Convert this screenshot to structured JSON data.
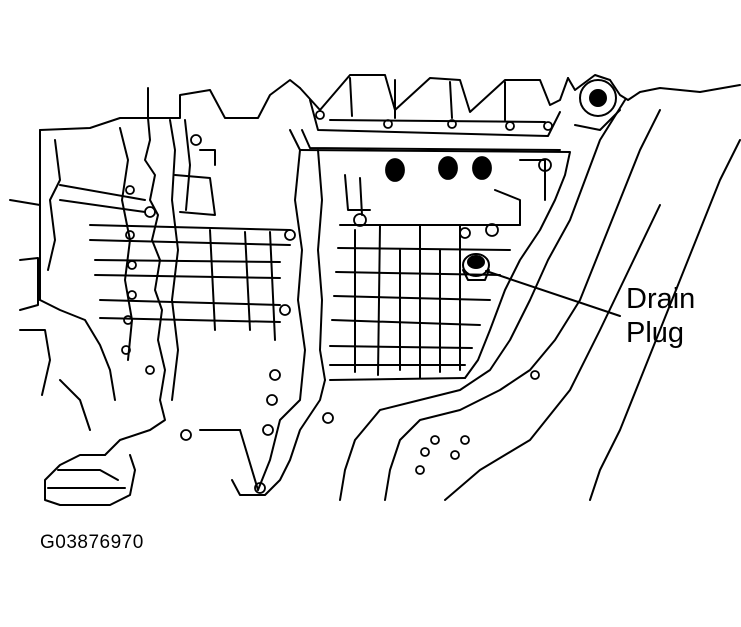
{
  "callout": {
    "line1": "Drain",
    "line2": "Plug"
  },
  "figure_id": "G03876970",
  "colors": {
    "ink": "#000000",
    "paper": "#ffffff"
  }
}
